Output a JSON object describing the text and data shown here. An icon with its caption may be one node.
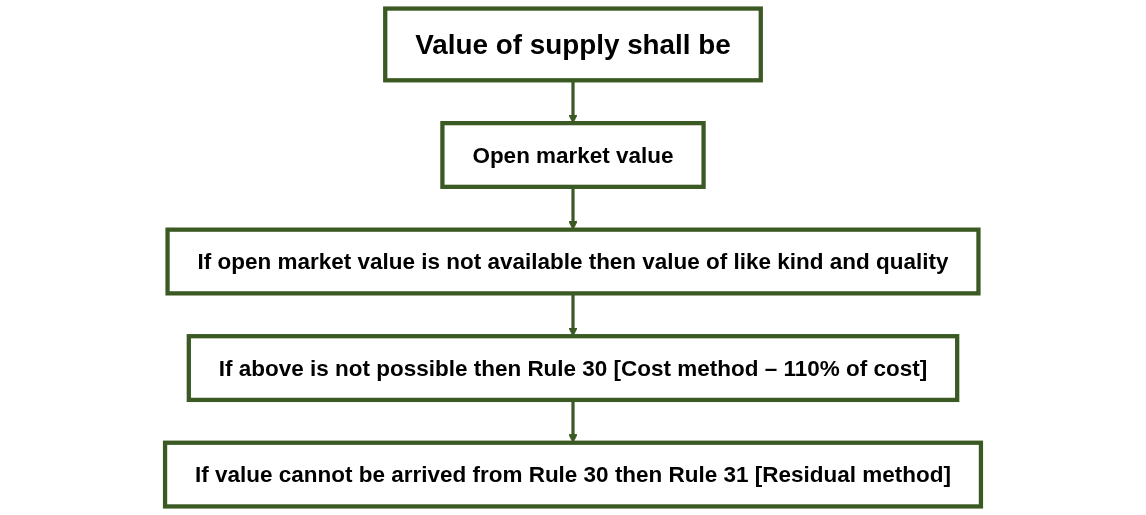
{
  "diagram": {
    "nodes": [
      {
        "text": [
          "Value of supply shall be"
        ]
      },
      {
        "text": [
          "Open market value"
        ]
      },
      {
        "text": [
          "If open market value is not available then value of",
          "like kind and quality"
        ]
      },
      {
        "text": [
          "If above is not possible then",
          "Rule 30 [Cost method – 110% of cost]"
        ]
      },
      {
        "text": [
          "If value cannot be arrived from Rule 30 then",
          "Rule 31 [Residual method]"
        ]
      }
    ],
    "edges": [
      {
        "from": 0,
        "to": 1,
        "arrow": "to"
      },
      {
        "from": 1,
        "to": 2,
        "arrow": "to"
      },
      {
        "from": 2,
        "to": 3,
        "arrow": "to"
      },
      {
        "from": 3,
        "to": 4,
        "arrow": "to"
      }
    ]
  }
}
